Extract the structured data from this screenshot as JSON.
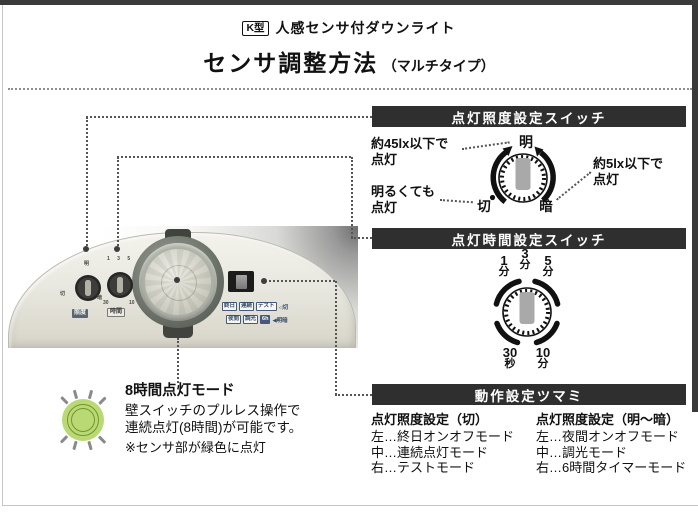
{
  "header": {
    "badge": "K型",
    "product": "人感センサ付ダウンライト",
    "title": "センサ調整方法",
    "subtitle": "（マルチタイプ）"
  },
  "colors": {
    "bar_bg": "#2f2f2f",
    "sensor_green": "#b9d974",
    "label_blue": "#46597c"
  },
  "panel_illuminance": {
    "title": "点灯照度設定スイッチ",
    "annotation_45lx_line1": "約45lx以下で",
    "annotation_45lx_line2": "点灯",
    "annotation_bright_line1": "明るくても",
    "annotation_bright_line2": "点灯",
    "annotation_5lx_line1": "約5lx以下で",
    "annotation_5lx_line2": "点灯",
    "dial": {
      "top": "明",
      "bottom_left": "切",
      "bottom_right": "暗"
    }
  },
  "panel_time": {
    "title": "点灯時間設定スイッチ",
    "dial": {
      "top_left_value": "1",
      "top_left_unit": "分",
      "top_value": "3",
      "top_unit": "分",
      "top_right_value": "5",
      "top_right_unit": "分",
      "bottom_left_value": "30",
      "bottom_left_unit": "秒",
      "bottom_right_value": "10",
      "bottom_right_unit": "分"
    }
  },
  "panel_mode": {
    "title": "動作設定ツマミ",
    "col_off": {
      "heading": "点灯照度設定（切）",
      "items": [
        "左…終日オンオフモード",
        "中…連続点灯モード",
        "右…テストモード"
      ]
    },
    "col_dim": {
      "heading": "点灯照度設定（明～暗）",
      "items": [
        "左…夜間オンオフモード",
        "中…調光モード",
        "右…6時間タイマーモード"
      ]
    }
  },
  "device": {
    "dial_illuminance_label": "照度",
    "dial_time_label": "時間",
    "dial_illuminance_marks": {
      "top": "明",
      "left": "切",
      "right": "暗"
    },
    "dial_time_marks": {
      "top": "1 3 5",
      "bottom_left": "30",
      "bottom_right": "10"
    },
    "mode_labels_row1": [
      "終日",
      "連続",
      "テスト"
    ],
    "mode_labels_row1_suffix": "◁切",
    "mode_labels_row2": [
      "夜間",
      "調光",
      "6h"
    ],
    "mode_labels_row2_suffix": "◀明暗"
  },
  "note": {
    "heading": "8時間点灯モード",
    "line1": "壁スイッチのプルレス操作で",
    "line2": "連続点灯(8時間)が可能です。",
    "line3": "※センサ部が緑色に点灯"
  }
}
